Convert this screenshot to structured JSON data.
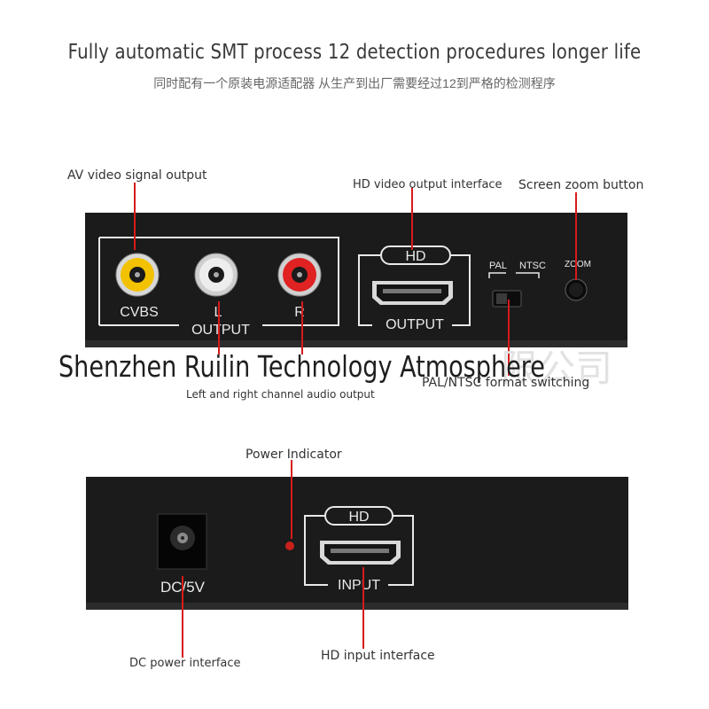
{
  "header": {
    "title": "Fully automatic SMT process 12 detection procedures longer life",
    "subtitle": "同时配有一个原装电源适配器 从生产到出厂需要经过12到严格的检测程序"
  },
  "front_panel": {
    "labels": {
      "av_output": "AV video signal output",
      "hd_output": "HD video output interface",
      "zoom_button": "Screen zoom button",
      "audio_output": "Left and right channel audio output",
      "pal_ntsc": "PAL/NTSC format switching"
    },
    "ports": {
      "cvbs": "CVBS",
      "left": "L",
      "right": "R",
      "output": "OUTPUT",
      "hd": "HD",
      "hd_output": "OUTPUT",
      "pal": "PAL",
      "ntsc": "NTSC",
      "zoom": "ZOOM"
    }
  },
  "back_panel": {
    "labels": {
      "power_indicator": "Power Indicator",
      "dc_power": "DC power interface",
      "hd_input": "HD input interface"
    },
    "ports": {
      "dc": "DC/5V",
      "hd": "HD",
      "input": "INPUT"
    }
  },
  "watermark": {
    "text": "Shenzhen Ruilin Technology Atmosphere",
    "ghost": "限公司"
  },
  "colors": {
    "pointer": "#d71a1a",
    "panel": "#1a1a1a",
    "panel_line": "#e9e9e9",
    "rca_yellow": "#f2c200",
    "rca_white": "#e6e6e6",
    "rca_red": "#e02222",
    "led": "#c8201b"
  }
}
